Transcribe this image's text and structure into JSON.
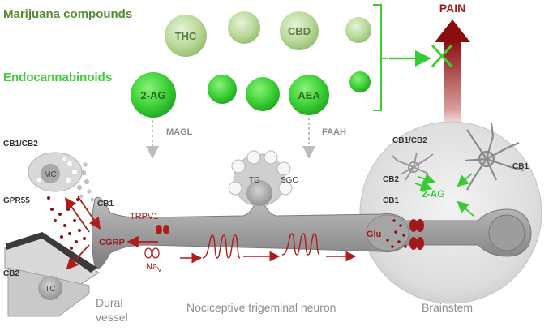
{
  "headings": {
    "marijuana": "Marijuana compounds",
    "endocannabinoids": "Endocannabinoids"
  },
  "compounds": {
    "thc": "THC",
    "cbd": "CBD",
    "two_ag": "2-AG",
    "aea": "AEA"
  },
  "enzymes": {
    "magl": "MAGL",
    "faah": "FAAH"
  },
  "pain": "PAIN",
  "receptors": {
    "cb1cb2_left": "CB1/CB2",
    "gpr55": "GPR55",
    "cb1_nerve": "CB1",
    "cb2_vessel": "CB2",
    "cb1cb2_brain": "CB1/CB2",
    "cb2_brain": "CB2",
    "cb1_neuron": "CB1",
    "cb1_terminal": "CB1"
  },
  "molecules": {
    "trpv1": "TRPV1",
    "cgrp": "CGRP",
    "nav_main": "Na",
    "nav_sub": "V",
    "glu": "Glu",
    "two_ag_brain": "2-AG"
  },
  "cells": {
    "mc": "MC",
    "tc": "TC",
    "tg": "TG",
    "sgc": "SGC"
  },
  "regions": {
    "dural_line1": "Dural",
    "dural_line2": "vessel",
    "neuron": "Nociceptive trigeminal neuron",
    "brainstem": "Brainstem"
  },
  "colors": {
    "dark_green": "#5a8a32",
    "bright_green": "#3fcf35",
    "dark_red": "#a01a1a",
    "neuron_gray": "#9a9a9a"
  }
}
